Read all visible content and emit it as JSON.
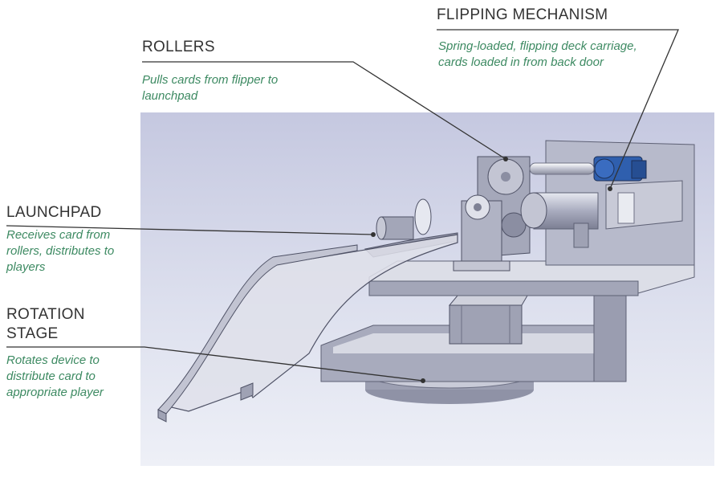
{
  "callouts": {
    "flipping": {
      "title": "FLIPPING MECHANISM",
      "desc_lines": [
        "Spring-loaded, flipping deck carriage,",
        "cards loaded in from back door"
      ]
    },
    "rollers": {
      "title": "ROLLERS",
      "desc_lines": [
        "Pulls cards from flipper to",
        "launchpad"
      ]
    },
    "launchpad": {
      "title": "LAUNCHPAD",
      "desc_lines": [
        "Receives card from",
        "rollers, distributes to",
        "players"
      ]
    },
    "rotation": {
      "title_lines": [
        "ROTATION",
        "STAGE"
      ],
      "desc_lines": [
        "Rotates device to",
        "distribute card to",
        "appropriate player"
      ]
    }
  },
  "colors": {
    "label": "#333333",
    "description": "#3d8a62",
    "leader": "#333333",
    "motor_accent": "#2f5fae",
    "render_bg_top": "#c9cce3",
    "render_bg_bottom": "#eef0f7"
  }
}
